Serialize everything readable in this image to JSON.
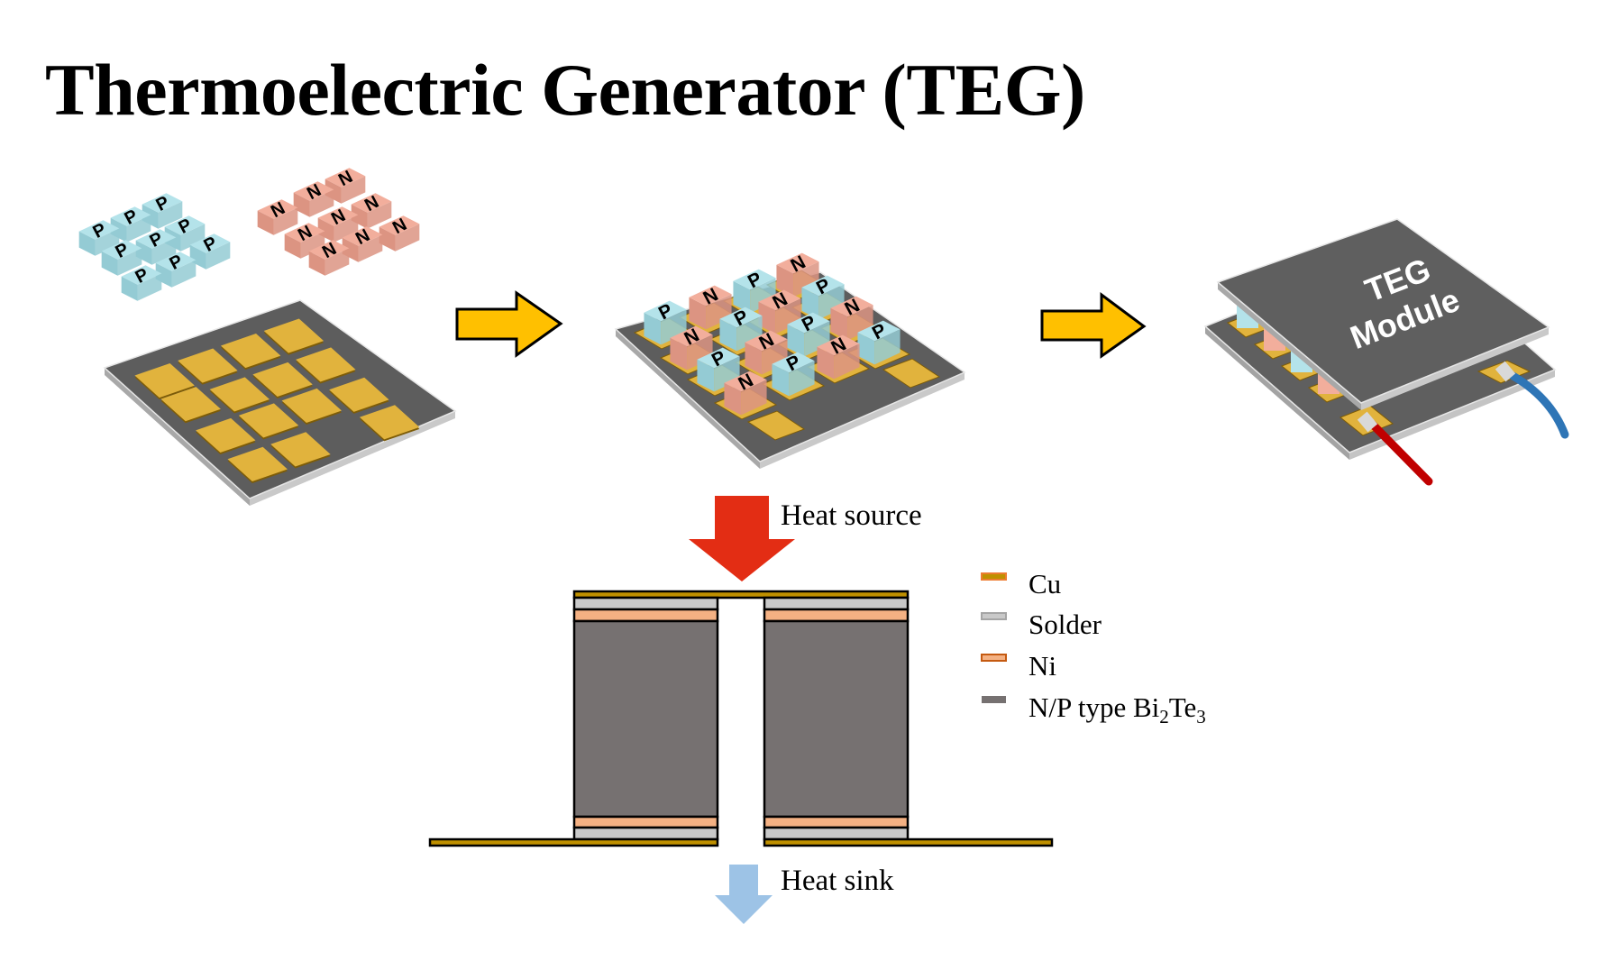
{
  "title": "Thermoelectric Generator (TEG)",
  "step1": {
    "p_cubes": {
      "label": "P",
      "count": 9,
      "color": "#b4e3ea",
      "side_color": "#94cbd4"
    },
    "n_cubes": {
      "label": "N",
      "count": 9,
      "color": "#f2ae9c",
      "side_color": "#dc9482"
    },
    "substrate": {
      "pad_color": "#e1b33d",
      "pad_edge_color": "#7d5c08",
      "face_color": "#5d5d5d",
      "edge_color": "#b5b5b5"
    }
  },
  "step2": {
    "rows": [
      [
        "P",
        "N",
        "P",
        "N"
      ],
      [
        "N",
        "P",
        "N",
        "P"
      ],
      [
        "P",
        "N",
        "P",
        "N"
      ],
      [
        "N",
        "P",
        "N",
        "P"
      ]
    ]
  },
  "step3": {
    "module_label_line1": "TEG",
    "module_label_line2": "Module",
    "wire_positive_color": "#c00000",
    "wire_negative_color": "#2e75b6"
  },
  "process_arrow_color": "#ffc000",
  "cross_section": {
    "heat_source_label": "Heat source",
    "heat_sink_label": "Heat sink",
    "heat_source_color": "#e32d14",
    "heat_sink_color": "#9dc3e6",
    "layers_top_to_bottom": [
      "Cu",
      "Solder",
      "Ni",
      "N/P type Bi2Te3",
      "Ni",
      "Solder",
      "Cu"
    ],
    "legs": 2
  },
  "legend": {
    "items": [
      {
        "label": "Cu",
        "fill": "#bf9000",
        "border": "#ed7d31"
      },
      {
        "label": "Solder",
        "fill": "#c9c9c9",
        "border": "#a5a5a5"
      },
      {
        "label": "Ni",
        "fill": "#f4b183",
        "border": "#c55a11"
      },
      {
        "label_main": "N/P type Bi",
        "sub1": "2",
        "label_mid": "Te",
        "sub2": "3",
        "fill": "#767171",
        "border": "#767171"
      }
    ]
  }
}
